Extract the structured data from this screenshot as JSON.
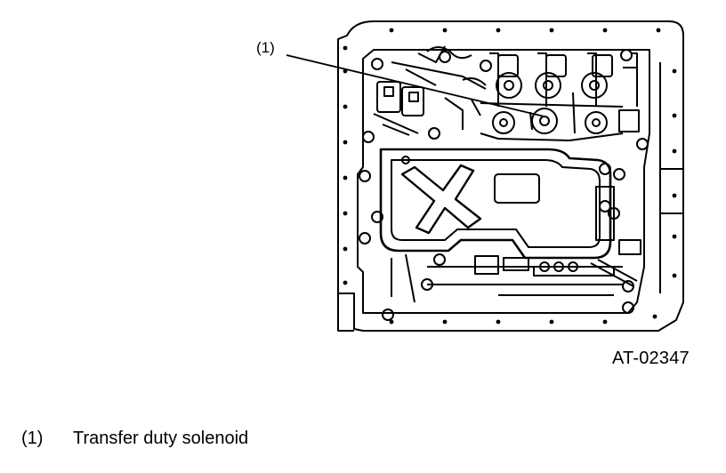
{
  "diagram": {
    "callout_number": "(1)",
    "figure_id": "AT-02347",
    "legend": [
      {
        "num": "(1)",
        "label": "Transfer duty solenoid"
      }
    ]
  }
}
